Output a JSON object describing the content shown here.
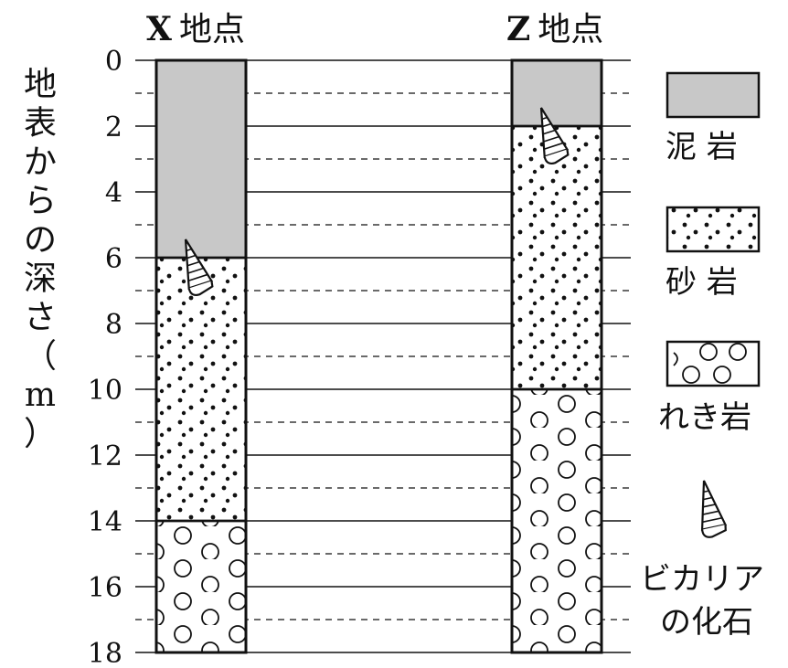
{
  "title_left": {
    "letter": "X",
    "suffix": "地点"
  },
  "title_right": {
    "letter": "Z",
    "suffix": "地点"
  },
  "y_axis": {
    "label": "地表からの深さ（m）",
    "label_chars": [
      "地",
      "表",
      "か",
      "ら",
      "の",
      "深",
      "さ",
      "（",
      "m",
      "）"
    ],
    "unit": "m",
    "min": 0,
    "max": 18,
    "major_ticks": [
      "0",
      "2",
      "4",
      "6",
      "8",
      "10",
      "12",
      "14",
      "16",
      "18"
    ]
  },
  "columns": [
    {
      "site": "X",
      "layers": [
        {
          "from": 0,
          "to": 6,
          "rock": "mudstone"
        },
        {
          "from": 6,
          "to": 14,
          "rock": "sandstone"
        },
        {
          "from": 14,
          "to": 18,
          "rock": "conglomerate"
        }
      ],
      "fossil_depth": 7
    },
    {
      "site": "Z",
      "layers": [
        {
          "from": 0,
          "to": 2,
          "rock": "mudstone"
        },
        {
          "from": 2,
          "to": 10,
          "rock": "sandstone"
        },
        {
          "from": 10,
          "to": 18,
          "rock": "conglomerate"
        }
      ],
      "fossil_depth": 3
    }
  ],
  "legend": {
    "mudstone": "泥 岩",
    "sandstone": "砂 岩",
    "conglomerate": "れき岩",
    "fossil_line1": "ビカリア",
    "fossil_line2": "の化石"
  },
  "colors": {
    "mudstone_fill": "#c8c8c8",
    "line": "#111111",
    "background": "#ffffff"
  }
}
